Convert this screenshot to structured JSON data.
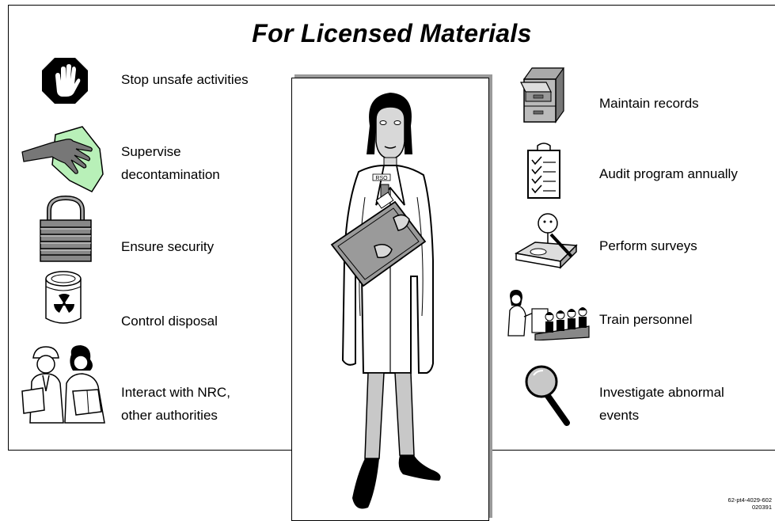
{
  "title": "For Licensed Materials",
  "left_items": [
    {
      "label": "Stop unsafe activities",
      "icon": "stop-hand-icon"
    },
    {
      "label": "Supervise\ndecontamination",
      "icon": "wiping-hand-icon"
    },
    {
      "label": "Ensure security",
      "icon": "padlock-icon"
    },
    {
      "label": "Control disposal",
      "icon": "radioactive-drum-icon"
    },
    {
      "label": "Interact with NRC,\nother authorities",
      "icon": "two-people-reading-icon"
    }
  ],
  "right_items": [
    {
      "label": "Maintain records",
      "icon": "file-cabinet-icon"
    },
    {
      "label": "Audit program annually",
      "icon": "checklist-clipboard-icon"
    },
    {
      "label": "Perform surveys",
      "icon": "survey-meter-icon"
    },
    {
      "label": "Train personnel",
      "icon": "classroom-icon"
    },
    {
      "label": "Investigate abnormal\n events",
      "icon": "magnifying-glass-icon"
    }
  ],
  "center_figure": {
    "badge": "RSO",
    "icon": "radiation-safety-officer-figure"
  },
  "footer": {
    "line1": "62-pt4-4029-602",
    "line2": "020391"
  }
}
